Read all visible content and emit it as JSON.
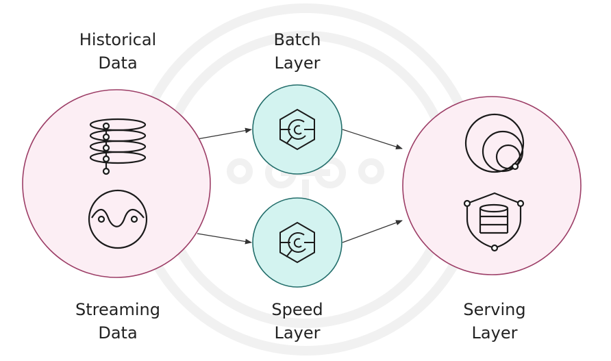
{
  "labels": {
    "historical": [
      "Historical",
      "Data"
    ],
    "batch": [
      "Batch",
      "Layer"
    ],
    "streaming": [
      "Streaming",
      "Data"
    ],
    "speed": [
      "Speed",
      "Layer"
    ],
    "serving": [
      "Serving",
      "Layer"
    ]
  },
  "colors": {
    "source_fill": "#fceef4",
    "source_stroke": "#9c3d66",
    "layer_fill": "#d3f3f0",
    "layer_stroke": "#226d6a",
    "icon_stroke": "#1a1a1a",
    "arrow": "#333333",
    "watermark": "#f1f1f1"
  },
  "icons": {
    "historical": "stacked-coil-icon",
    "streaming": "wave-circle-icon",
    "batch": "hexagon-gear-icon",
    "speed": "hexagon-gear-icon",
    "serving_top": "nested-circles-icon",
    "serving_bottom": "shield-database-icon"
  }
}
